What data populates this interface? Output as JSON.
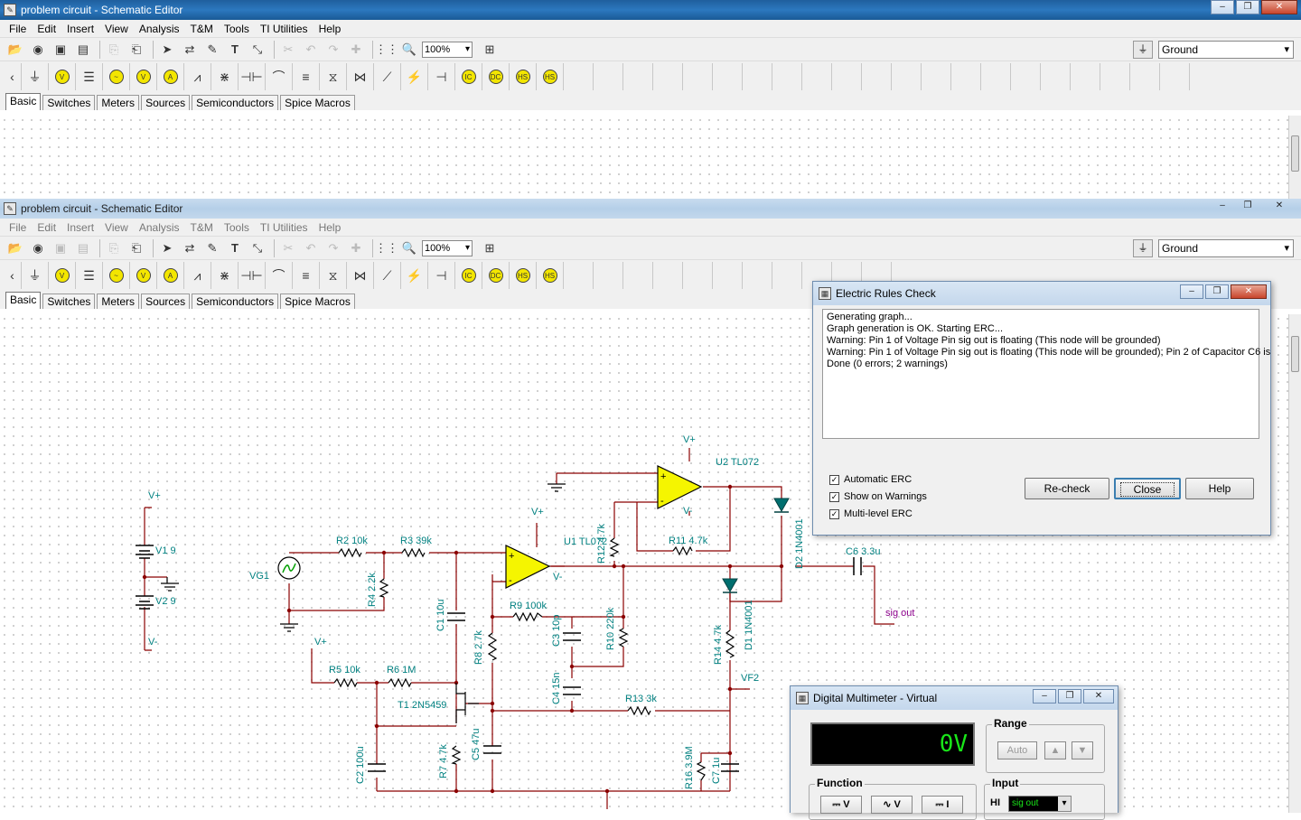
{
  "top_window": {
    "title": "problem circuit - Schematic Editor",
    "zoom": "100%",
    "ground_select": "Ground"
  },
  "bottom_window": {
    "title": "problem circuit - Schematic Editor",
    "zoom": "100%",
    "ground_select": "Ground"
  },
  "menu": [
    "File",
    "Edit",
    "Insert",
    "View",
    "Analysis",
    "T&M",
    "Tools",
    "TI Utilities",
    "Help"
  ],
  "palette_tabs": [
    "Basic",
    "Switches",
    "Meters",
    "Sources",
    "Semiconductors",
    "Spice Macros"
  ],
  "erc_dialog": {
    "title": "Electric Rules Check",
    "log": [
      "Generating graph...",
      "Graph generation is OK. Starting ERC...",
      "Warning: Pin 1 of Voltage Pin sig out is floating  (This node will be grounded)",
      "Warning: Pin 1 of Voltage Pin sig out is floating  (This node will be grounded); Pin 2 of Capacitor C6 is",
      "Done (0 errors; 2 warnings)"
    ],
    "checks": [
      "Automatic ERC",
      "Show on Warnings",
      "Multi-level ERC"
    ],
    "recheck": "Re-check",
    "close": "Close",
    "help": "Help"
  },
  "dmm": {
    "title": "Digital Multimeter - Virtual",
    "reading": "0V",
    "range_label": "Range",
    "auto": "Auto",
    "function_label": "Function",
    "input_label": "Input",
    "hi": "HI",
    "input_value": "sig out",
    "fn_v_dc": "V",
    "fn_v_ac": "V",
    "fn_i": "I"
  },
  "schematic": {
    "labels": {
      "vplus1": "V+",
      "v1": "V1 9",
      "v2": "V2 9",
      "vminus1": "V-",
      "vg1": "VG1",
      "r2": "R2 10k",
      "r3": "R3 39k",
      "r4": "R4 2.2k",
      "c1": "C1 10u",
      "vplus2": "V+",
      "r5": "R5 10k",
      "r6": "R6 1M",
      "t1": "T1 2N5459",
      "r8": "R8 2.7k",
      "c5": "C5 47u",
      "r7": "R7 4.7k",
      "c2": "C2 100u",
      "vplus3": "V+",
      "u1": "U1 TL072",
      "vminus2": "V-",
      "r9": "R9 100k",
      "c3": "C3 10p",
      "c4": "C4 15n",
      "r10": "R10 220k",
      "r12": "R12 4.7k",
      "r13": "R13 3k",
      "vplus4": "V+",
      "u2": "U2 TL072",
      "vminus3": "V-",
      "r11": "R11 4.7k",
      "d2": "D2 1N4001",
      "d1": "D1 1N4001",
      "r14": "R14 4.7k",
      "c6": "C6 3.3u",
      "sigout": "sig out",
      "vf2": "VF2",
      "r16": "R16 3.9M",
      "c7": "C7 1u"
    }
  },
  "colors": {
    "wire": "#8b0000",
    "label": "#008080",
    "opamp": "#f5f500",
    "diode": "#006f6f",
    "pin": "#8b008b"
  }
}
